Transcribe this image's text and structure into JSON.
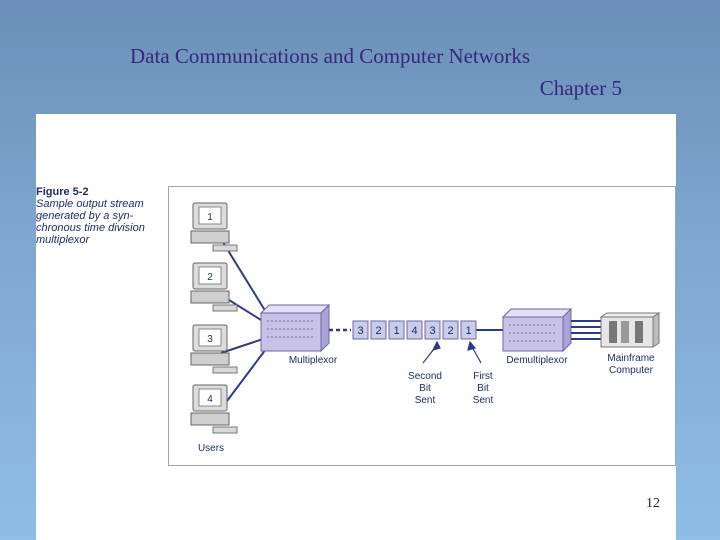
{
  "slide": {
    "title_line1": "Data Communications and Computer Networks",
    "title_line2": "Chapter 5",
    "page_number": "12"
  },
  "figure": {
    "number": "Figure 5-2",
    "caption": "Sample output stream\ngenerated by a syn-\nchronous time division\nmultiplexor"
  },
  "diagram": {
    "users": [
      "1",
      "2",
      "3",
      "4"
    ],
    "users_label": "Users",
    "multiplexor_label": "Multiplexor",
    "demultiplexor_label": "Demultiplexor",
    "mainframe_label_line1": "Mainframe",
    "mainframe_label_line2": "Computer",
    "stream_slots": [
      "3",
      "2",
      "1",
      "4",
      "3",
      "2",
      "1"
    ],
    "second_bit_label": [
      "Second",
      "Bit",
      "Sent"
    ],
    "first_bit_label": [
      "First",
      "Bit",
      "Sent"
    ]
  },
  "colors": {
    "title": "#33297a",
    "line": "#2b3a8a",
    "device_body": "#c8c3e6",
    "slot_fill": "#c9cdea"
  }
}
